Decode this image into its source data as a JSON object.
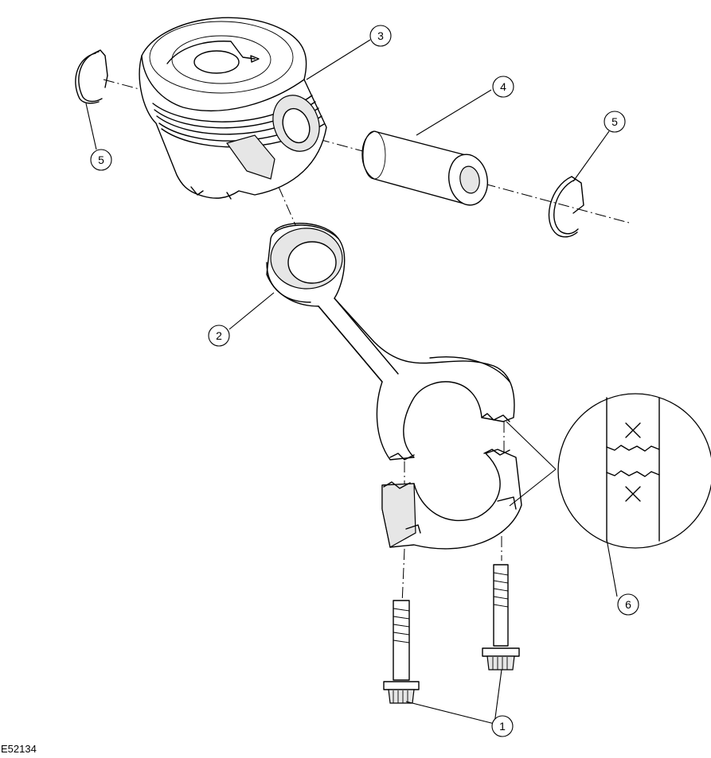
{
  "figure_id": "E52134",
  "callouts": [
    {
      "number": "1"
    },
    {
      "number": "2"
    },
    {
      "number": "3"
    },
    {
      "number": "4"
    },
    {
      "number": "5"
    },
    {
      "number": "5"
    },
    {
      "number": "6"
    }
  ],
  "icons": [
    "piston",
    "piston-pin",
    "snap-ring",
    "connecting-rod",
    "rod-cap",
    "cap-bolt",
    "fracture-detail"
  ]
}
